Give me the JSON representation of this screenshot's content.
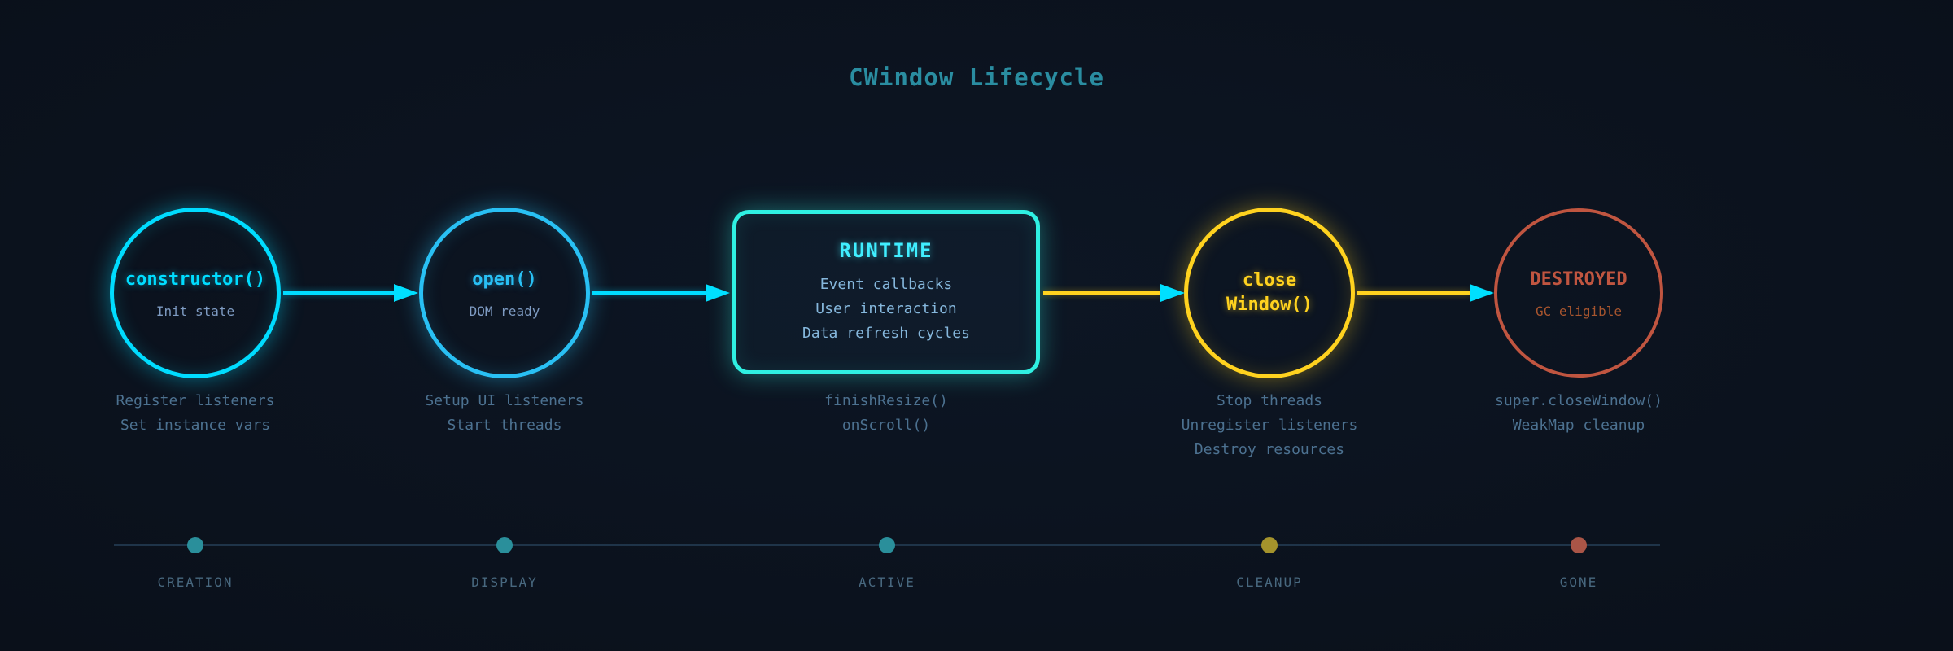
{
  "title": "CWindow Lifecycle",
  "nodes": [
    {
      "name": "constructor",
      "shape": "circle",
      "label": "constructor()",
      "sublabel": "Init state",
      "color": "#00dcff",
      "captions": [
        "Register listeners",
        "Set instance vars"
      ]
    },
    {
      "name": "open",
      "shape": "circle",
      "label": "open()",
      "sublabel": "DOM ready",
      "color": "#29c0f4",
      "captions": [
        "Setup UI listeners",
        "Start threads"
      ]
    },
    {
      "name": "runtime",
      "shape": "rounded-box",
      "label": "RUNTIME",
      "items": [
        "Event callbacks",
        "User interaction",
        "Data refresh cycles"
      ],
      "color": "#2ff0e2",
      "captions": [
        "finishResize()",
        "onScroll()"
      ]
    },
    {
      "name": "close-window",
      "shape": "circle",
      "label_lines": [
        "close",
        "Window()"
      ],
      "color": "#ffd21f",
      "captions": [
        "Stop threads",
        "Unregister listeners",
        "Destroy resources"
      ]
    },
    {
      "name": "destroyed",
      "shape": "circle",
      "label": "DESTROYED",
      "sublabel": "GC eligible",
      "color": "#c05540",
      "sublabel_color": "#a8552e",
      "captions": [
        "super.closeWindow()",
        "WeakMap cleanup"
      ]
    }
  ],
  "arrows": [
    {
      "from": "constructor",
      "to": "open",
      "line_color": "#00dcff",
      "head_color": "#00e0ff"
    },
    {
      "from": "open",
      "to": "runtime",
      "line_color": "#00dcff",
      "head_color": "#00e0ff"
    },
    {
      "from": "runtime",
      "to": "close-window",
      "line_color": "#ffd21f",
      "head_color": "#00e0ff"
    },
    {
      "from": "close-window",
      "to": "destroyed",
      "line_color": "#ffd21f",
      "head_color": "#00e0ff"
    }
  ],
  "timeline": {
    "phases": [
      {
        "label": "CREATION",
        "dot_color": "#2a8f9b"
      },
      {
        "label": "DISPLAY",
        "dot_color": "#2a8f9b"
      },
      {
        "label": "ACTIVE",
        "dot_color": "#2a8f9b"
      },
      {
        "label": "CLEANUP",
        "dot_color": "#a4932c"
      },
      {
        "label": "GONE",
        "dot_color": "#aa5547"
      }
    ]
  },
  "colors": {
    "background": "#0b121d",
    "title": "#2a8da1",
    "caption_text": "#4c7190",
    "timeline_line": "#1f3449",
    "timeline_label": "#48687f"
  }
}
